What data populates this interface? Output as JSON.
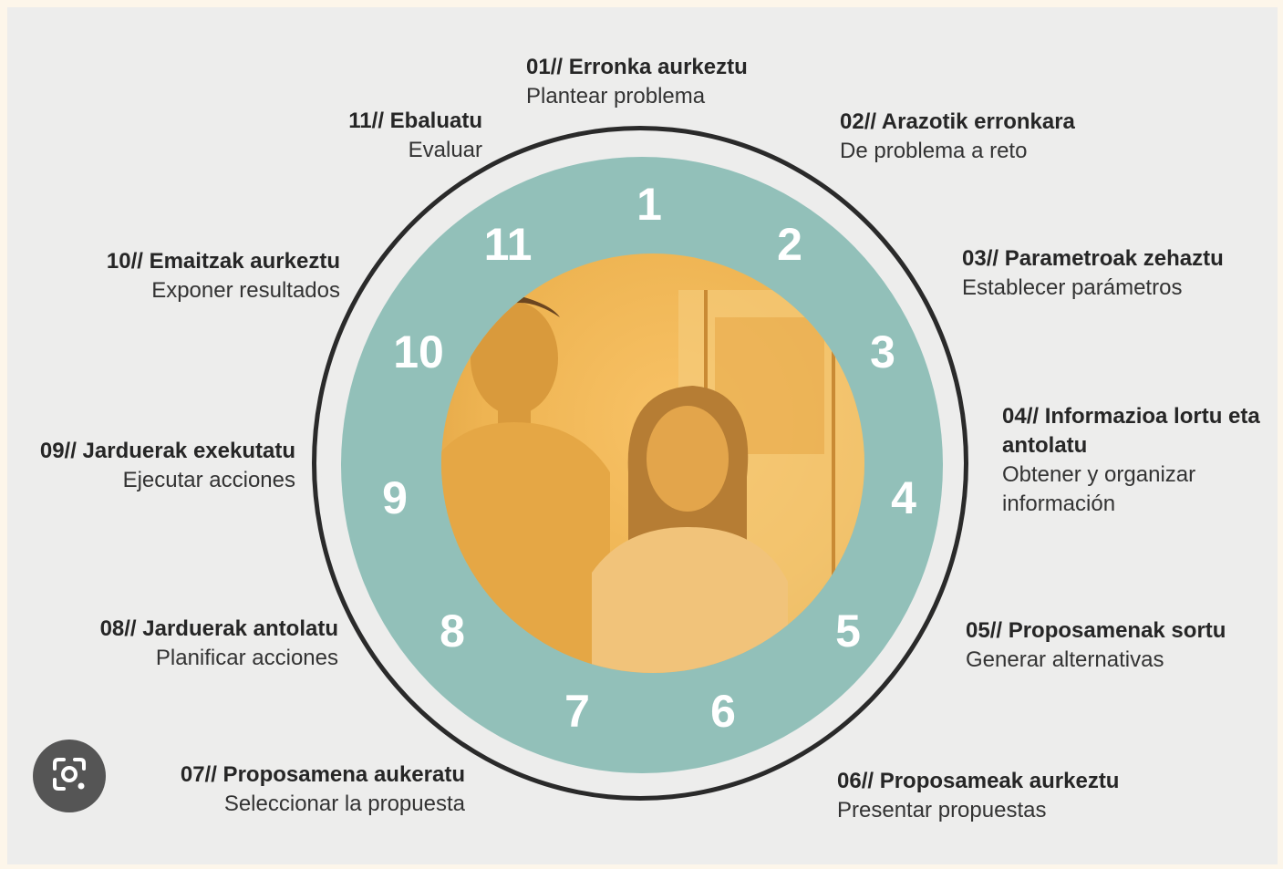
{
  "numbers": [
    "1",
    "2",
    "3",
    "4",
    "5",
    "6",
    "7",
    "8",
    "9",
    "10",
    "11"
  ],
  "steps": [
    {
      "title": "01// Erronka aurkeztu",
      "subtitle": "Plantear problema"
    },
    {
      "title": "02// Arazotik erronkara",
      "subtitle": "De problema a reto"
    },
    {
      "title": "03// Parametroak zehaztu",
      "subtitle": "Establecer parámetros"
    },
    {
      "title": "04// Informazioa lortu eta antolatu",
      "subtitle": "Obtener y organizar información"
    },
    {
      "title": "05// Proposamenak sortu",
      "subtitle": "Generar alternativas"
    },
    {
      "title": "06// Proposameak aurkeztu",
      "subtitle": "Presentar propuestas"
    },
    {
      "title": "07// Proposamena aukeratu",
      "subtitle": "Seleccionar la propuesta"
    },
    {
      "title": "08// Jarduerak antolatu",
      "subtitle": "Planificar acciones"
    },
    {
      "title": "09// Jarduerak exekutatu",
      "subtitle": "Ejecutar acciones"
    },
    {
      "title": "10// Emaitzak aurkeztu",
      "subtitle": "Exponer resultados"
    },
    {
      "title": "11// Ebaluatu",
      "subtitle": "Evaluar"
    }
  ],
  "colors": {
    "teal": "#92c0b9",
    "photo_tint": "#eeb452",
    "ring": "#2a2a2a",
    "background": "#ededec"
  },
  "icons": {
    "lens_button": "google-lens-icon"
  }
}
